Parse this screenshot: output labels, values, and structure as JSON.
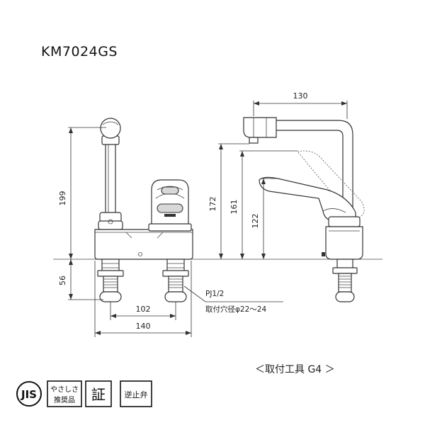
{
  "model": "KM7024GS",
  "dimensions": {
    "height_total": "199",
    "depth_below_deck": "56",
    "pitch_inner": "102",
    "pitch_outer": "140",
    "spout_reach": "130",
    "spout_height": "172",
    "spout_outlet_height": "161",
    "handle_height": "122"
  },
  "notes": {
    "thread": "PJ1/2",
    "mount_hole": "取付穴径φ22～24"
  },
  "tool_label": "＜取付工具 G4 ＞",
  "badges": {
    "jis": "JIS",
    "friendly_line1": "やさしさ",
    "friendly_line2": "推奨品",
    "certified": "証",
    "check_valve": "逆止弁"
  }
}
